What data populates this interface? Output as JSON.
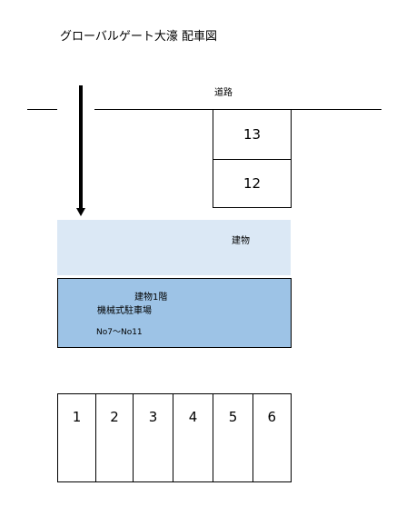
{
  "title": "グローバルゲート大濠 配車図",
  "road_label": "道路",
  "top_slots": [
    "13",
    "12"
  ],
  "building_label": "建物",
  "parking": {
    "floor_label": "建物1階",
    "type_label": "機械式駐車場",
    "range_label": "No7～No11"
  },
  "bottom_slots": [
    "1",
    "2",
    "3",
    "4",
    "5",
    "6"
  ],
  "colors": {
    "building": "#dbe8f5",
    "parking": "#9dc3e6"
  },
  "icons": {
    "entrance_arrow": "arrow-down-icon"
  }
}
